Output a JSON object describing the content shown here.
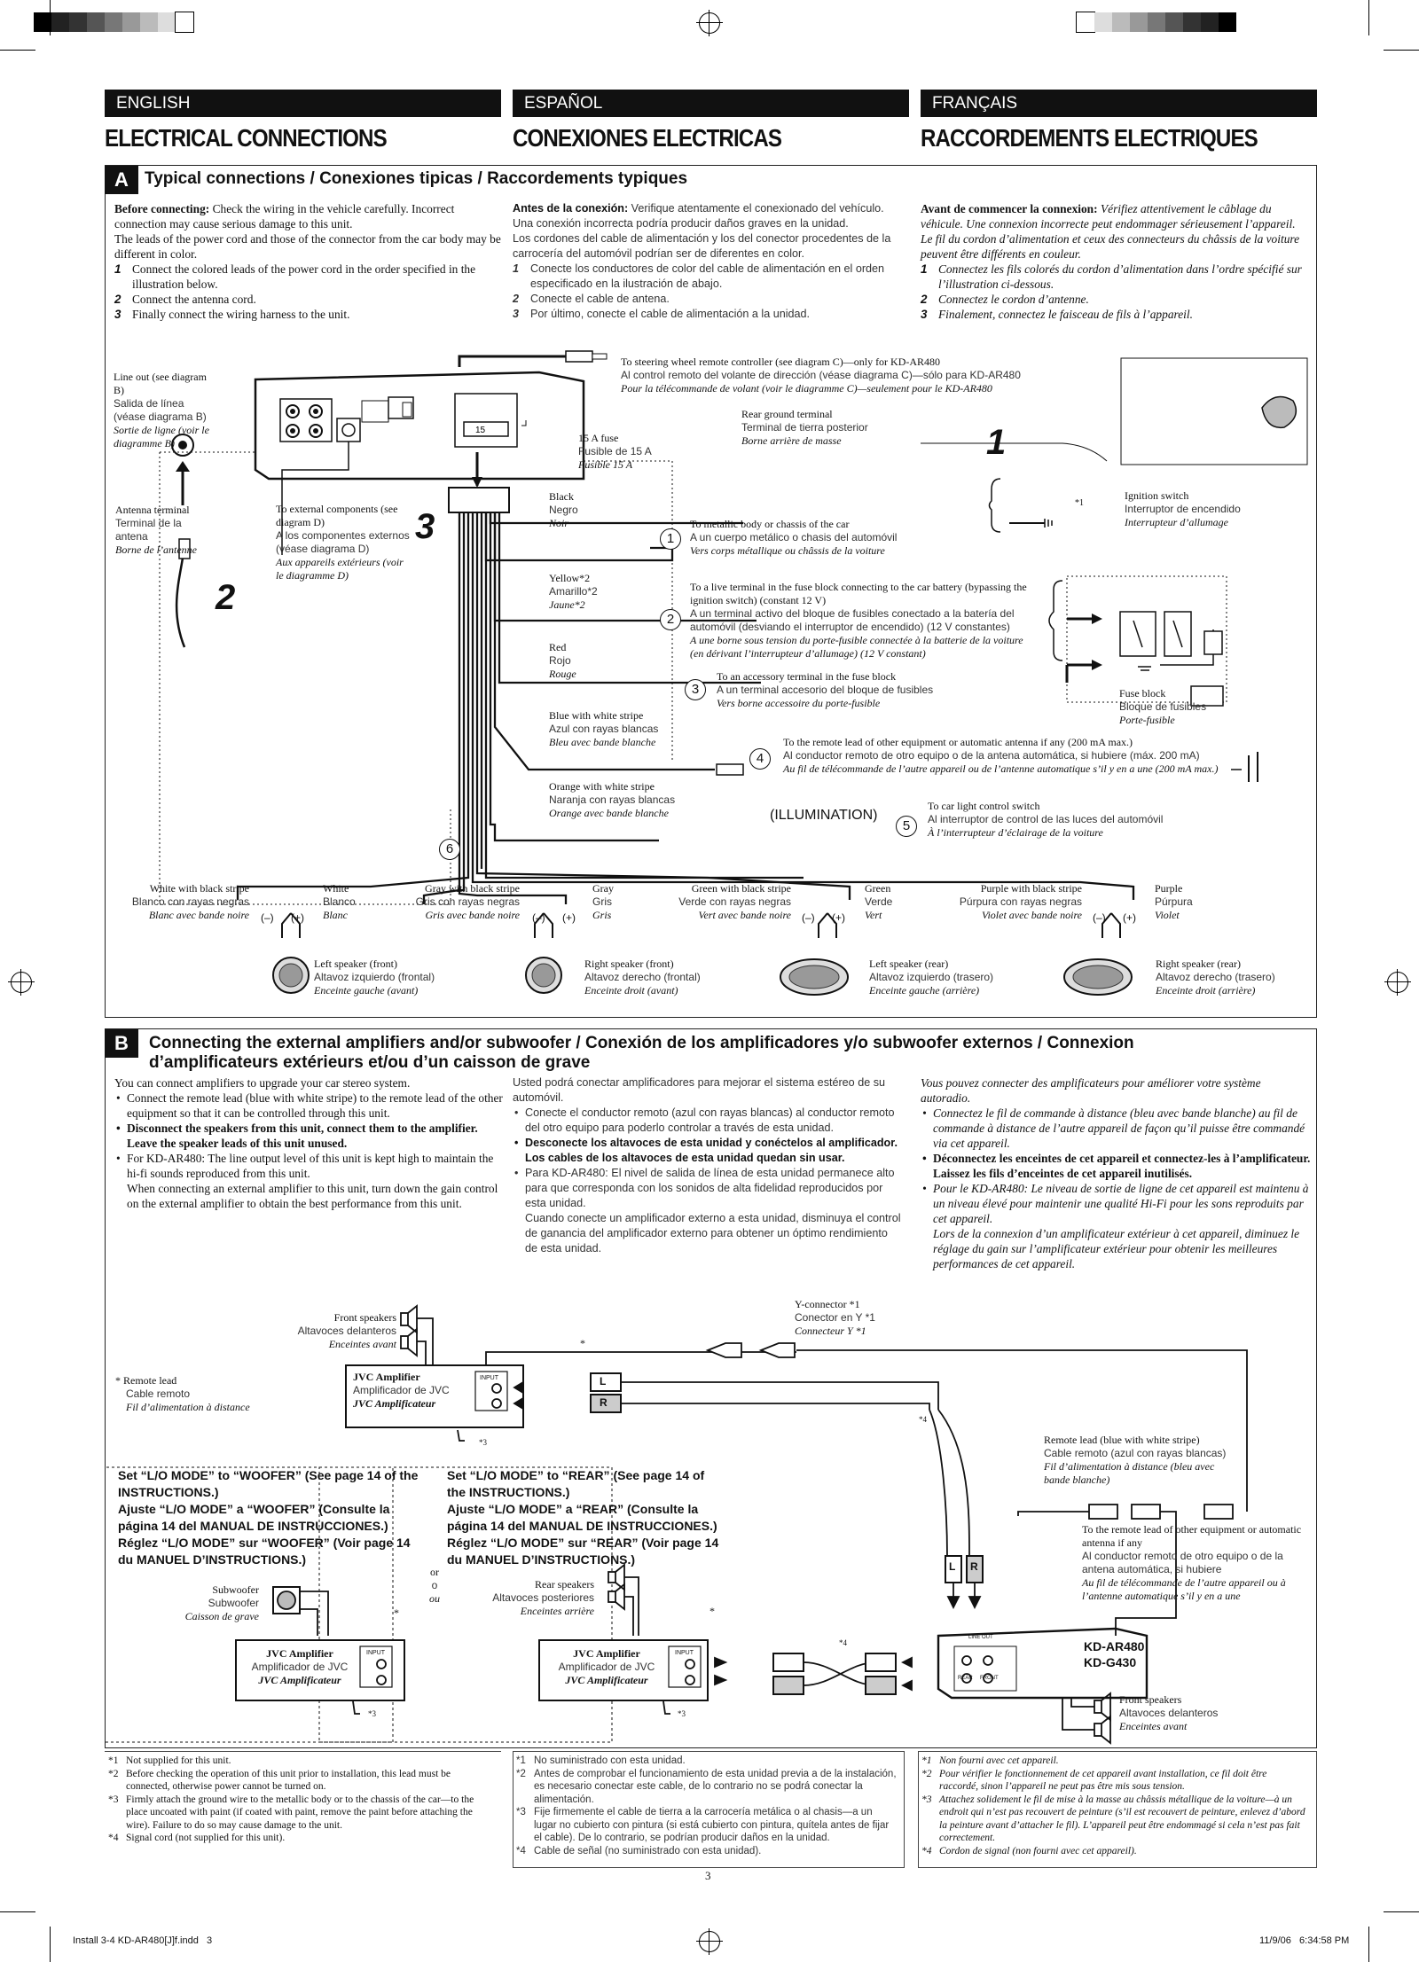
{
  "page_number": "3",
  "slug": {
    "file": "Install 3-4 KD-AR480[J]f.indd   3",
    "date": "11/9/06   6:34:58 PM"
  },
  "columns": [
    {
      "lang": "ENGLISH",
      "title": "ELECTRICAL CONNECTIONS"
    },
    {
      "lang": "ESPAÑOL",
      "title": "CONEXIONES ELECTRICAS"
    },
    {
      "lang": "FRANÇAIS",
      "title": "RACCORDEMENTS ELECTRIQUES"
    }
  ],
  "section_a": {
    "tag": "A",
    "heading": "Typical connections / Conexiones tipicas / Raccordements typiques",
    "en": {
      "before_bold": "Before connecting:",
      "before": " Check the wiring in the vehicle carefully. Incorrect connection may cause serious damage to this unit.",
      "leads": "The leads of the power cord and those of the connector from the car body may be different in color.",
      "steps": [
        "Connect the colored leads of the power cord in the order specified in the illustration below.",
        "Connect the antenna cord.",
        "Finally connect the wiring harness to the unit."
      ]
    },
    "es": {
      "before_bold": "Antes de la conexión:",
      "before": " Verifique atentamente el conexionado del vehículo. Una conexión incorrecta podría producir daños graves en la unidad.",
      "leads": "Los cordones del cable de alimentación y los del conector procedentes de la carrocería del automóvil podrían ser de diferentes en color.",
      "steps": [
        "Conecte los conductores de color del cable de alimentación en el orden especificado en la ilustración de abajo.",
        "Conecte el cable de antena.",
        "Por último, conecte el cable de alimentación a la unidad."
      ]
    },
    "fr": {
      "before_bold": "Avant de commencer la connexion:",
      "before": " Vérifiez attentivement le câblage du véhicule. Une connexion incorrecte peut endommager sérieusement l’appareil.",
      "leads": "Le fil du cordon d’alimentation et ceux des connecteurs du châssis de la voiture peuvent être différents en couleur.",
      "steps": [
        "Connectez les fils colorés du cordon d’alimentation dans l’ordre spécifié sur l’illustration ci-dessous.",
        "Connectez le cordon d’antenne.",
        "Finalement, connectez le faisceau de fils à l’appareil."
      ]
    },
    "step_nums": [
      "1",
      "2",
      "3"
    ],
    "diagram": {
      "steering": {
        "en": "To steering wheel remote controller (see diagram C)—only for KD-AR480",
        "es": "Al control remoto del volante de dirección (véase diagrama C)—sólo para KD-AR480",
        "fr": "Pour la télécommande de volant (voir le diagramme C)—seulement pour le KD-AR480"
      },
      "lineout": {
        "en": "Line out (see diagram B)",
        "es": "Salida de línea (véase diagrama B)",
        "fr": "Sortie de ligne (voir le diagramme B)"
      },
      "rear_ground": {
        "en": "Rear ground terminal",
        "es": "Terminal de tierra posterior",
        "fr": "Borne arrière de masse"
      },
      "fuse": {
        "en": "15 A fuse",
        "es": "Fusible de 15 A",
        "fr": "Fusible 15 A",
        "mark": "15"
      },
      "antenna": {
        "en": "Antenna terminal",
        "es": "Terminal de la antena",
        "fr": "Borne de l’antenne"
      },
      "external": {
        "en": "To external components (see diagram D)",
        "es": "A los componentes externos (véase diagrama D)",
        "fr": "Aux appareils extérieurs (voir le diagramme D)"
      },
      "big_numbers": [
        "1",
        "2",
        "3"
      ],
      "ignition": {
        "en": "Ignition switch",
        "es": "Interruptor de encendido",
        "fr": "Interrupteur d’allumage"
      },
      "fuse_block": {
        "en": "Fuse block",
        "es": "Bloque de fusibles",
        "fr": "Porte-fusible"
      },
      "asterisk1": "*1",
      "illumination": "(ILLUMINATION)",
      "wires": [
        {
          "num": "1",
          "color_en": "Black",
          "color_es": "Negro",
          "color_fr": "Noir",
          "to_en": "To metallic body or chassis of the car",
          "to_es": "A un cuerpo metálico o chasis del automóvil",
          "to_fr": "Vers corps métallique ou châssis de la voiture"
        },
        {
          "num": "2",
          "color_en": "Yellow*2",
          "color_es": "Amarillo*2",
          "color_fr": "Jaune*2",
          "to_en": "To a live terminal in the fuse block connecting to the car battery (bypassing the ignition switch) (constant 12 V)",
          "to_es": "A un terminal activo del bloque de fusibles conectado a la batería del automóvil (desviando el interruptor de encendido) (12 V constantes)",
          "to_fr": "A une borne sous tension du porte-fusible connectée à la batterie de la voiture (en dérivant l’interrupteur d’allumage) (12 V constant)"
        },
        {
          "num": "3",
          "color_en": "Red",
          "color_es": "Rojo",
          "color_fr": "Rouge",
          "to_en": "To an accessory terminal in the fuse block",
          "to_es": "A un terminal accesorio del bloque de fusibles",
          "to_fr": "Vers borne accessoire du porte-fusible"
        },
        {
          "num": "4",
          "color_en": "Blue with white stripe",
          "color_es": "Azul con rayas blancas",
          "color_fr": "Bleu avec bande blanche",
          "to_en": "To the remote lead of other equipment or automatic antenna if any (200 mA max.)",
          "to_es": "Al conductor remoto de otro equipo o de la antena automática, si hubiere (máx. 200 mA)",
          "to_fr": "Au fil de télécommande de l’autre appareil ou de l’antenne automatique s’il y en a une (200 mA max.)"
        },
        {
          "num": "5",
          "color_en": "Orange with white stripe",
          "color_es": "Naranja con rayas blancas",
          "color_fr": "Orange avec bande blanche",
          "to_en": "To car light control switch",
          "to_es": "Al interruptor de control de las luces del automóvil",
          "to_fr": "À l’interrupteur d’éclairage de la voiture"
        }
      ],
      "six": "6",
      "speakers": [
        {
          "neg_en": "White with black stripe",
          "neg_es": "Blanco con rayas negras",
          "neg_fr": "Blanc avec bande noire",
          "pos_en": "White",
          "pos_es": "Blanco",
          "pos_fr": "Blanc",
          "name_en": "Left speaker (front)",
          "name_es": "Altavoz izquierdo (frontal)",
          "name_fr": "Enceinte gauche (avant)"
        },
        {
          "neg_en": "Gray with black stripe",
          "neg_es": "Gris con rayas negras",
          "neg_fr": "Gris avec bande noire",
          "pos_en": "Gray",
          "pos_es": "Gris",
          "pos_fr": "Gris",
          "name_en": "Right speaker (front)",
          "name_es": "Altavoz derecho (frontal)",
          "name_fr": "Enceinte droit (avant)"
        },
        {
          "neg_en": "Green with black stripe",
          "neg_es": "Verde con rayas negras",
          "neg_fr": "Vert avec bande noire",
          "pos_en": "Green",
          "pos_es": "Verde",
          "pos_fr": "Vert",
          "name_en": "Left speaker (rear)",
          "name_es": "Altavoz izquierdo (trasero)",
          "name_fr": "Enceinte gauche (arrière)"
        },
        {
          "neg_en": "Purple with black stripe",
          "neg_es": "Púrpura con rayas negras",
          "neg_fr": "Violet avec bande noire",
          "pos_en": "Purple",
          "pos_es": "Púrpura",
          "pos_fr": "Violet",
          "name_en": "Right speaker (rear)",
          "name_es": "Altavoz derecho (trasero)",
          "name_fr": "Enceinte droit (arrière)"
        }
      ],
      "polarity": {
        "neg": "(–)",
        "pos": "(+)"
      }
    }
  },
  "section_b": {
    "tag": "B",
    "heading": "Connecting the external amplifiers and/or subwoofer / Conexión de los amplificadores y/o subwoofer externos / Connexion d’amplificateurs extérieurs et/ou d’un caisson de grave",
    "en": {
      "intro": "You can connect amplifiers to upgrade your car stereo system.",
      "b1": "Connect the remote lead (blue with white stripe) to the remote lead of the other equipment so that it can be controlled through this unit.",
      "b2": "Disconnect the speakers from this unit, connect them to the amplifier. Leave the speaker leads of this unit unused.",
      "b3": "For KD-AR480: The line output level of this unit is kept high to maintain the hi-fi sounds reproduced from this unit.",
      "b3b": "When connecting an external amplifier to this unit, turn down the gain control on the external amplifier to obtain the best performance from this unit."
    },
    "es": {
      "intro": "Usted podrá conectar amplificadores para mejorar el sistema estéreo de su automóvil.",
      "b1": "Conecte el conductor remoto (azul con rayas blancas) al conductor remoto del otro equipo para poderlo controlar a través de esta unidad.",
      "b2": "Desconecte los altavoces de esta unidad y conéctelos al amplificador. Los cables de los altavoces de esta unidad quedan sin usar.",
      "b3": "Para KD-AR480: El nivel de salida de línea de esta unidad permanece alto para que corresponda con los sonidos de alta fidelidad reproducidos por esta unidad.",
      "b3b": "Cuando conecte un amplificador externo a esta unidad, disminuya el control de ganancia del amplificador externo para obtener un óptimo rendimiento de esta unidad."
    },
    "fr": {
      "intro": "Vous pouvez connecter des amplificateurs pour améliorer votre système autoradio.",
      "b1": "Connectez le fil de commande à distance (bleu avec bande blanche) au fil de commande à distance de l’autre appareil de façon qu’il puisse être commandé via cet appareil.",
      "b2": "Déconnectez les enceintes de cet appareil et connectez-les à l’amplificateur. Laissez les fils d’enceintes de cet appareil inutilisés.",
      "b3": "Pour le KD-AR480: Le niveau de sortie de ligne de cet appareil est maintenu à un niveau élevé pour maintenir une qualité Hi-Fi pour les sons reproduits par cet appareil.",
      "b3b": "Lors de la connexion d’un amplificateur extérieur à cet appareil, diminuez le réglage du gain sur l’amplificateur extérieur pour obtenir les meilleures performances de cet appareil."
    },
    "diagram": {
      "front_speakers_top": {
        "en": "Front speakers",
        "es": "Altavoces delanteros",
        "fr": "Enceintes avant"
      },
      "remote_lead": {
        "en": "* Remote lead",
        "es": "Cable remoto",
        "fr": "Fil d’alimentation à distance"
      },
      "amp": {
        "en": "JVC Amplifier",
        "es": "Amplificador de JVC",
        "fr": "JVC Amplificateur",
        "input": "INPUT"
      },
      "yconn": {
        "en": "Y-connector *1",
        "es": "Conector en Y *1",
        "fr": "Connecteur Y *1"
      },
      "remote_lead2": {
        "en": "Remote lead (blue with white stripe)",
        "es": "Cable remoto (azul con rayas blancas)",
        "fr": "Fil d’alimentation à distance (bleu avec bande blanche)"
      },
      "to_remote": {
        "en": "To the remote lead of other equipment or automatic antenna if any",
        "es": "Al conductor remoto de otro equipo o de la antena automática, si hubiere",
        "fr": "Au fil de télécommande de l’autre appareil ou à l’antenne automatique s’il y en a une"
      },
      "woofer_box": {
        "l1": "Set “L/O MODE” to “WOOFER” (See page 14 of the INSTRUCTIONS.)",
        "l2": "Ajuste “L/O MODE” a “WOOFER” (Consulte la página 14 del MANUAL DE INSTRUCCIONES.)",
        "l3": "Réglez “L/O MODE” sur “WOOFER” (Voir page 14 du MANUEL D’INSTRUCTIONS.)"
      },
      "rear_box": {
        "l1": "Set “L/O MODE” to “REAR” (See page 14 of the INSTRUCTIONS.)",
        "l2": "Ajuste “L/O MODE” a “REAR” (Consulte la página 14 del MANUAL DE INSTRUCCIONES.)",
        "l3": "Réglez “L/O MODE” sur “REAR” (Voir page 14 du MANUEL D’INSTRUCTIONS.)"
      },
      "or": [
        "or",
        "o",
        "ou"
      ],
      "subwoofer": {
        "en": "Subwoofer",
        "es": "Subwoofer",
        "fr": "Caisson de grave"
      },
      "rear_speakers": {
        "en": "Rear speakers",
        "es": "Altavoces posteriores",
        "fr": "Enceintes arrière"
      },
      "front_speakers_bottom": {
        "en": "Front speakers",
        "es": "Altavoces delanteros",
        "fr": "Enceintes avant"
      },
      "models": [
        "KD-AR480",
        "KD-G430"
      ],
      "unit_labels": {
        "lineout": "LINE OUT",
        "rear": "REAR",
        "front": "FRONT"
      },
      "marks": {
        "star": "*",
        "n3": "*3",
        "n4": "*4",
        "L": "L",
        "R": "R"
      }
    }
  },
  "footnotes": {
    "en": [
      [
        "*1",
        "Not supplied for this unit."
      ],
      [
        "*2",
        "Before checking the operation of this unit prior to installation, this lead must be connected, otherwise power cannot be turned on."
      ],
      [
        "*3",
        "Firmly attach the ground wire to the metallic body or to the chassis of the car—to the place uncoated with paint (if coated with paint, remove the paint before attaching the wire). Failure to do so may cause damage to the unit."
      ],
      [
        "*4",
        "Signal cord (not supplied for this unit)."
      ]
    ],
    "es": [
      [
        "*1",
        "No suministrado con esta unidad."
      ],
      [
        "*2",
        "Antes de comprobar el funcionamiento de esta unidad previa a de la instalación, es necesario conectar este cable, de lo contrario no se podrá conectar la alimentación."
      ],
      [
        "*3",
        "Fije firmemente el cable de tierra a la carrocería metálica o al chasis—a un lugar no cubierto con pintura (si está cubierto con pintura, quítela antes de fijar el cable). De lo contrario, se podrían producir daños en la unidad."
      ],
      [
        "*4",
        "Cable de señal (no suministrado con esta unidad)."
      ]
    ],
    "fr": [
      [
        "*1",
        "Non fourni avec cet appareil."
      ],
      [
        "*2",
        "Pour vérifier le fonctionnement de cet appareil avant installation, ce fil doit être raccordé, sinon l’appareil ne peut pas être mis sous tension."
      ],
      [
        "*3",
        "Attachez solidement le fil de mise à la masse au châssis métallique de la voiture—à un endroit qui n’est pas recouvert de peinture (s’il est recouvert de peinture, enlevez d’abord la peinture avant d’attacher le fil). L’appareil peut être endommagé si cela n’est pas fait correctement."
      ],
      [
        "*4",
        "Cordon de signal (non fourni avec cet appareil)."
      ]
    ]
  }
}
